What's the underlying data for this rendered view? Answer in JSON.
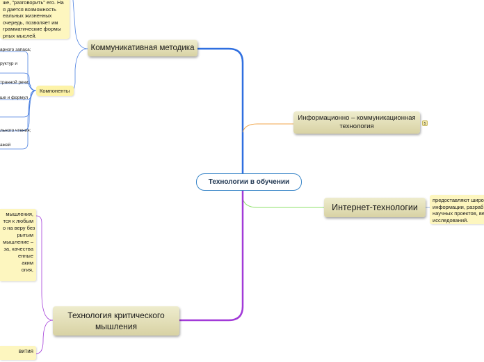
{
  "central": "Технологии в обучении",
  "topics": {
    "communicative": "Коммуникативная методика",
    "components": "Компоненты",
    "infocomm": "Информационно – коммуникационная технология",
    "internet": "Интернет-технологии",
    "critical": "Технология критического мышления"
  },
  "badge": "5",
  "notes": {
    "communicative_note": [
      "же, \"разговорить\" его. На",
      "я дается возможность",
      "еальных жизненных",
      "очередь, позволяет им",
      "грамматические формы",
      "рных мыслей."
    ],
    "internet_note": [
      "предоставляют широ",
      "информации, разраб",
      "научных проектов, ве",
      "исследований."
    ],
    "critical_note": [
      "мышления,",
      "тся к любым",
      "о на веру без",
      "рытым",
      "мышление –",
      "за, качества",
      "енные",
      "аким",
      "огия,"
    ],
    "bottom_note": "вития"
  },
  "component_leaves": [
    "арного запаса;",
    "руктур и",
    "транной речи;",
    "ше и формул",
    "льного чтения;",
    "ажей"
  ],
  "colors": {
    "communicative_branch": "#4a7fe0",
    "infocomm_branch": "#f0a54a",
    "internet_branch": "#8ee06a",
    "critical_branch": "#a23ad8"
  }
}
